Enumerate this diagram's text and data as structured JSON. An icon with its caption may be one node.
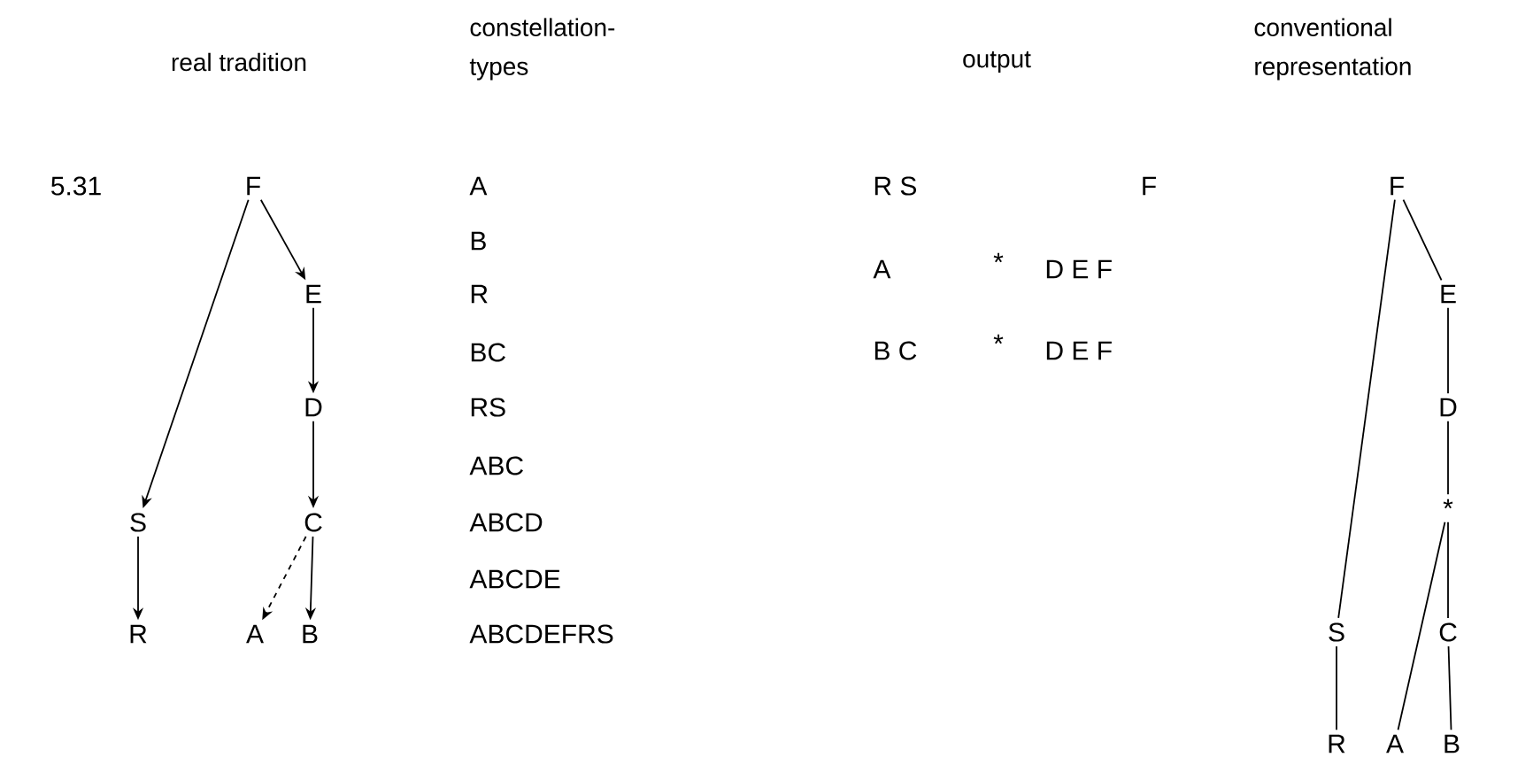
{
  "diagram": {
    "nodes": [
      {
        "text": [
          "F"
        ]
      },
      {
        "text": [
          "E"
        ]
      },
      {
        "text": [
          "D"
        ]
      },
      {
        "text": [
          "C"
        ]
      },
      {
        "text": [
          "S"
        ]
      },
      {
        "text": [
          "R"
        ]
      },
      {
        "text": [
          "A"
        ]
      },
      {
        "text": [
          "B"
        ]
      },
      {
        "text": [
          "F"
        ]
      },
      {
        "text": [
          "E"
        ]
      },
      {
        "text": [
          "D"
        ]
      },
      {
        "text": [
          "*"
        ]
      },
      {
        "text": [
          "S"
        ]
      },
      {
        "text": [
          "C"
        ]
      },
      {
        "text": [
          "R"
        ]
      },
      {
        "text": [
          "A"
        ]
      },
      {
        "text": [
          "B"
        ]
      }
    ],
    "edges": [
      {
        "from": 0,
        "to": 4,
        "arrow": "to"
      },
      {
        "from": 0,
        "to": 1,
        "arrow": "to"
      },
      {
        "from": 1,
        "to": 2,
        "arrow": "to"
      },
      {
        "from": 2,
        "to": 3,
        "arrow": "to"
      },
      {
        "from": 4,
        "to": 5,
        "arrow": "to"
      },
      {
        "from": 3,
        "to": 6,
        "arrow": "to",
        "style": "dashed"
      },
      {
        "from": 3,
        "to": 7,
        "arrow": "to"
      },
      {
        "from": 8,
        "to": 12,
        "arrow": "none"
      },
      {
        "from": 8,
        "to": 9,
        "arrow": "none"
      },
      {
        "from": 9,
        "to": 10,
        "arrow": "none"
      },
      {
        "from": 10,
        "to": 11,
        "arrow": "none"
      },
      {
        "from": 11,
        "to": 13,
        "arrow": "none"
      },
      {
        "from": 11,
        "to": 15,
        "arrow": "none"
      },
      {
        "from": 12,
        "to": 14,
        "arrow": "none"
      },
      {
        "from": 13,
        "to": 16,
        "arrow": "none"
      }
    ],
    "labels": [
      "real tradition",
      "constellation-types",
      "output",
      "conventional representation",
      "5.31",
      "A",
      "B",
      "R",
      "BC",
      "RS",
      "ABC",
      "ABCD",
      "ABCDE",
      "ABCDEFRS",
      "R S",
      "F",
      "A",
      "*",
      "D E F",
      "B C",
      "*",
      "D E F"
    ]
  }
}
